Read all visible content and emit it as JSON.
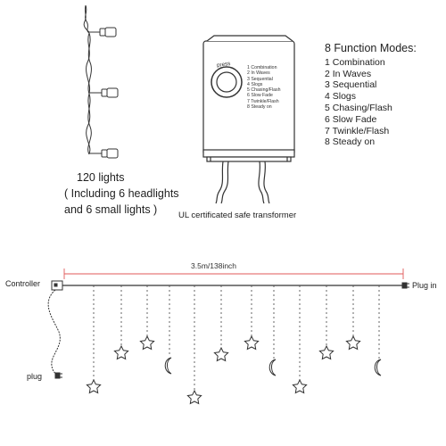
{
  "lights_caption": {
    "count": "120 lights",
    "detail_line1": "( Including 6 headlights",
    "detail_line2": "and 6 small lights )"
  },
  "controller_box": {
    "button_label": "press",
    "modes": [
      "1 Combination",
      "2 In Waves",
      "3 Sequential",
      "4 Slogs",
      "5 Chasing/Flash",
      "6 Slow Fade",
      "7 Twinkle/Flash",
      "8 Steady on"
    ]
  },
  "transformer_caption": "UL certificated safe transformer",
  "function_modes": {
    "title": "8 Function Modes:",
    "items": [
      "1 Combination",
      "2 In Waves",
      "3 Sequential",
      "4 Slogs",
      "5 Chasing/Flash",
      "6 Slow Fade",
      "7 Twinkle/Flash",
      "8 Steady on"
    ]
  },
  "curtain_diagram": {
    "dimension": "3.5m/138inch",
    "controller_label": "Controller",
    "plug_in_label": "Plug in",
    "plug_label": "plug",
    "dimension_color": "#e05a5a"
  },
  "icons": [
    "star-icon",
    "moon-icon",
    "plug-icon",
    "controller-icon"
  ]
}
